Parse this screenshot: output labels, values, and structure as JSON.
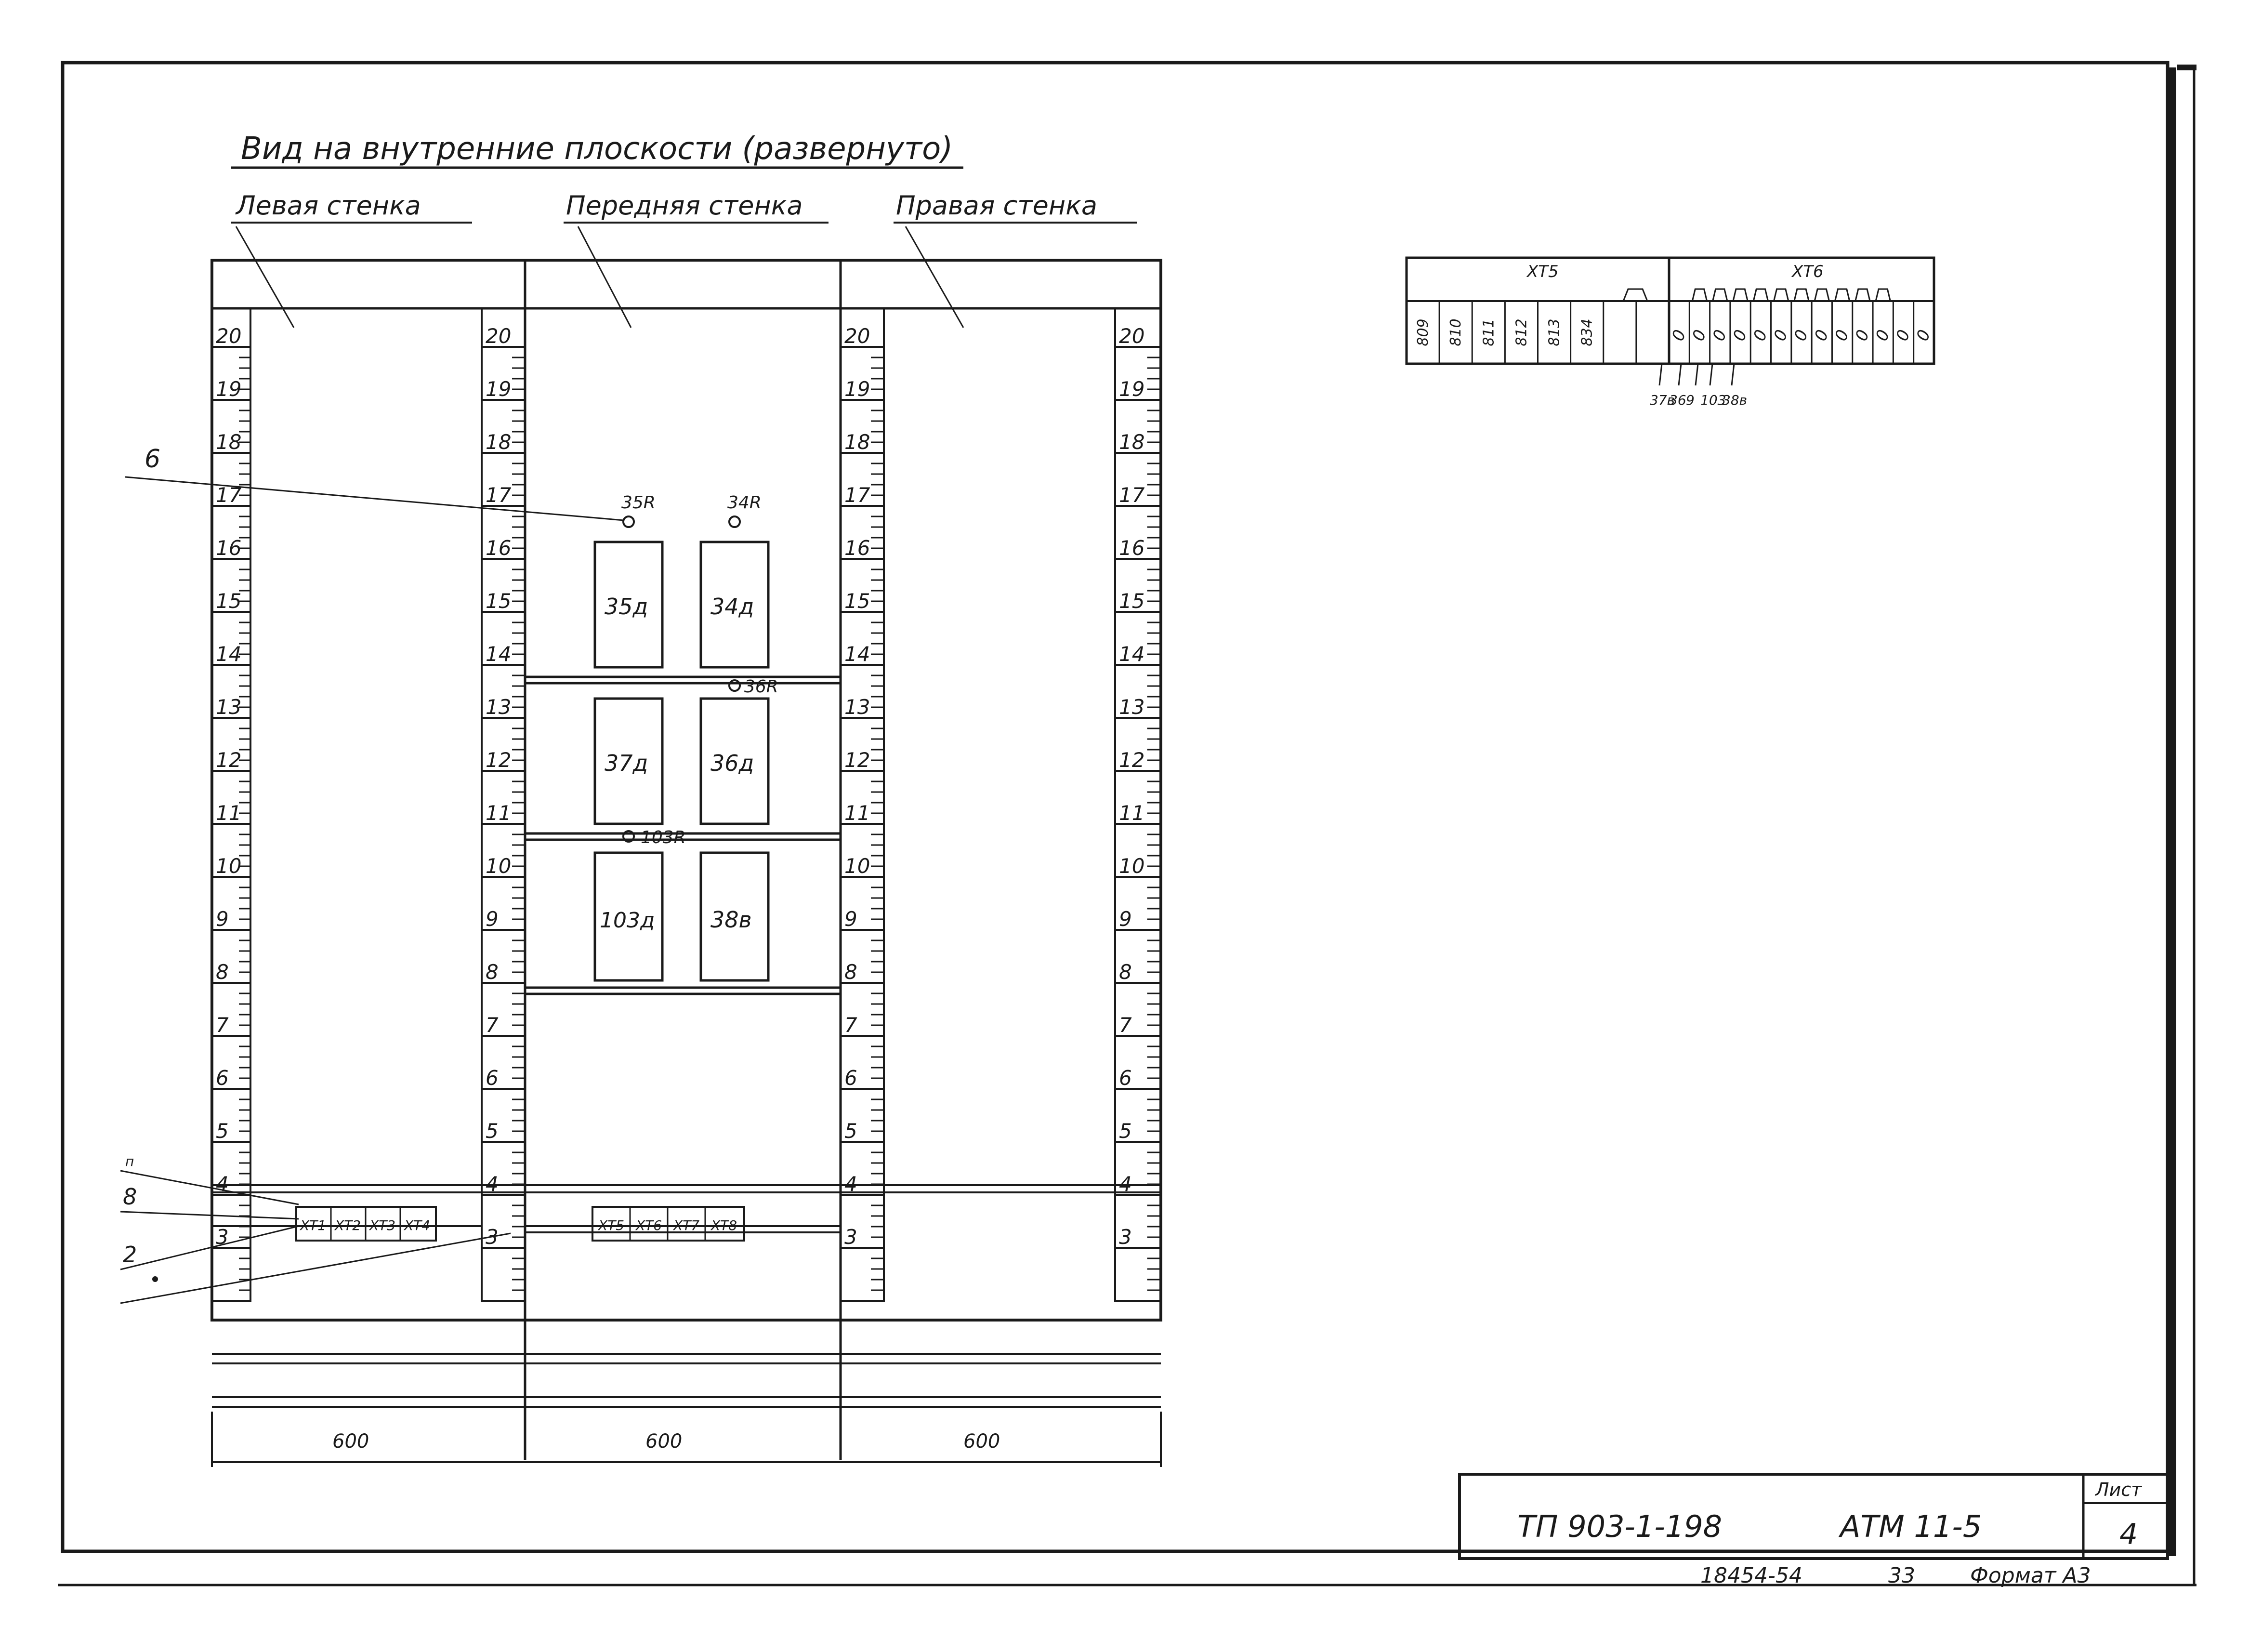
{
  "title": "Вид на внутренние плоскости (развернуто)",
  "wall_labels": {
    "left": "Левая стенка",
    "front": "Передняя стенка",
    "right": "Правая стенка"
  },
  "scale": {
    "values": [
      "20",
      "19",
      "18",
      "17",
      "16",
      "15",
      "14",
      "13",
      "12",
      "11",
      "10",
      "9",
      "8",
      "7",
      "6",
      "5",
      "4",
      "3"
    ]
  },
  "leaders": {
    "six": "6",
    "eight": "8",
    "two": "2"
  },
  "devices": {
    "d35": "35д",
    "d34": "34д",
    "d37": "37д",
    "d36": "36д",
    "d103": "103д",
    "d38": "38в"
  },
  "resistors": {
    "r35": "35R",
    "r34": "34R",
    "r36": "36R",
    "r103": "103R"
  },
  "terminal_blocks_left": [
    "XT1",
    "XT2",
    "XT3",
    "XT4"
  ],
  "terminal_blocks_front": [
    "XT5",
    "XT6",
    "XT7",
    "XT8"
  ],
  "dimensions": {
    "left": "600",
    "front": "600",
    "right": "600"
  },
  "terminal_table": {
    "xt5_label": "XT5",
    "xt6_label": "XT6",
    "xt5_cells": [
      "809",
      "810",
      "811",
      "812",
      "813",
      "834",
      "",
      ""
    ],
    "xt6_cells": [
      "0",
      "0",
      "0",
      "0",
      "0",
      "0",
      "0",
      "0",
      "0",
      "0",
      "0",
      "0",
      "0"
    ],
    "leader_labels": [
      "37в",
      "36",
      "9",
      "103",
      "38в"
    ]
  },
  "title_block": {
    "document": "ТП 903-1-198",
    "code": "АТМ 11-5",
    "sheet_label": "Лист",
    "sheet_number": "4"
  },
  "footer": {
    "inventory": "18454-54",
    "number": "33",
    "format": "Формат А3"
  }
}
